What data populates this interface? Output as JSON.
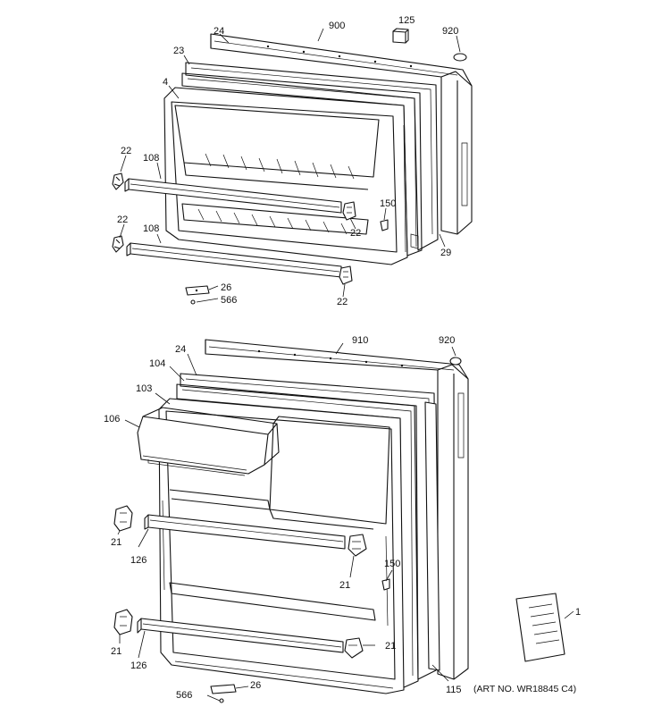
{
  "labels": {
    "freezer": {
      "p900": "900",
      "p125": "125",
      "p920": "920",
      "p24": "24",
      "p23": "23",
      "p4": "4",
      "p22a": "22",
      "p108a": "108",
      "p22b": "22",
      "p108b": "108",
      "p150": "150",
      "p22c": "22",
      "p29": "29",
      "p26": "26",
      "p566": "566",
      "p22d": "22"
    },
    "fresh_food": {
      "p910": "910",
      "p920": "920",
      "p24": "24",
      "p104": "104",
      "p103": "103",
      "p106": "106",
      "p21a": "21",
      "p126a": "126",
      "p150": "150",
      "p21b": "21",
      "p21c": "21",
      "p126b": "126",
      "p21d": "21",
      "p566": "566",
      "p26": "26",
      "p115": "115",
      "p1": "1"
    }
  },
  "art_number": "(ART NO. WR18845 C4)"
}
